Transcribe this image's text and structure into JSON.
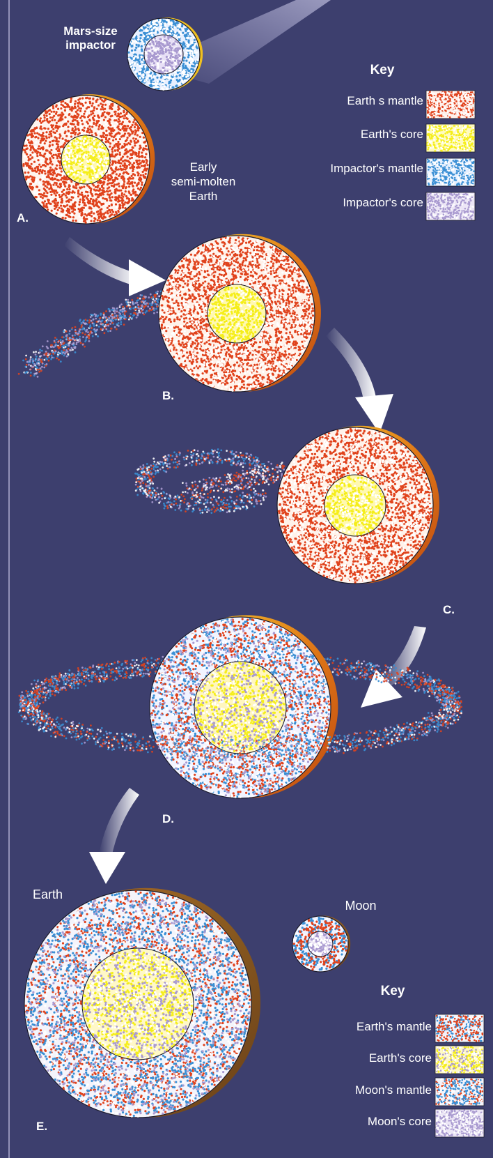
{
  "labels": {
    "impactor": [
      "Mars-size",
      "impactor"
    ],
    "early_earth": [
      "Early",
      "semi-molten",
      "Earth"
    ],
    "earth": "Earth",
    "moon": "Moon",
    "stage_a": "A.",
    "stage_b": "B.",
    "stage_c": "C.",
    "stage_d": "D.",
    "stage_e": "E."
  },
  "key_top": {
    "title": "Key",
    "items": [
      "Earth s mantle",
      "Earth's core",
      "Impactor's mantle",
      "Impactor's core"
    ]
  },
  "key_bottom": {
    "title": "Key",
    "items": [
      "Earth's mantle",
      "Earth's core",
      "Moon's mantle",
      "Moon's core"
    ]
  },
  "colors": {
    "background": "#3d3f6e",
    "earth_mantle": "#e0421c",
    "earth_core": "#f5ee1a",
    "impactor_mantle": "#3a8fd4",
    "impactor_core": "#a99ad0",
    "crust_rim": "#f0c020",
    "white": "#ffffff"
  }
}
